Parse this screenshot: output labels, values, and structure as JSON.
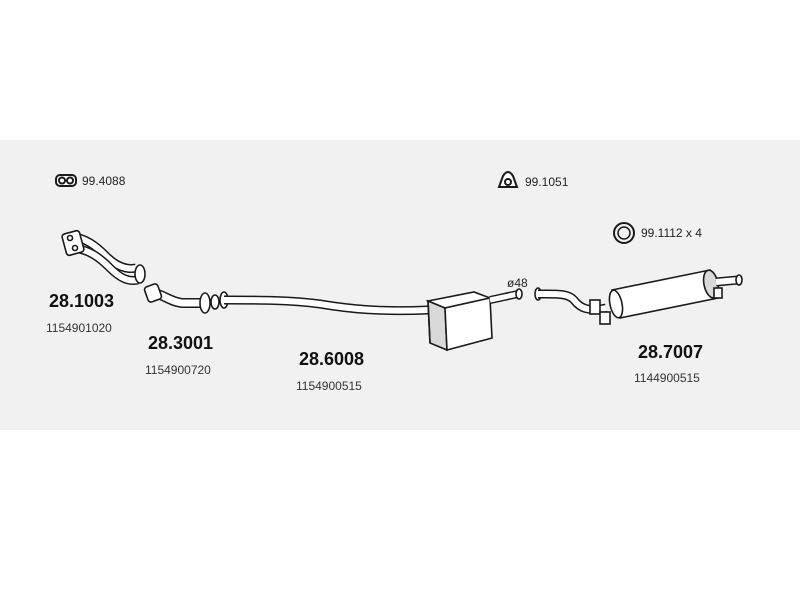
{
  "accessories": {
    "clamp_double": {
      "code": "99.4088",
      "icon": "double-ring-clamp-icon"
    },
    "hanger": {
      "code": "99.1051",
      "icon": "rubber-hanger-icon"
    },
    "ring": {
      "code": "99.1112 x 4",
      "icon": "rubber-ring-icon"
    }
  },
  "parts": [
    {
      "number": "28.1003",
      "oem": "1154901020"
    },
    {
      "number": "28.3001",
      "oem": "1154900720"
    },
    {
      "number": "28.6008",
      "oem": "1154900515"
    },
    {
      "number": "28.7007",
      "oem": "1144900515"
    }
  ],
  "dimension_label": "ø48",
  "colors": {
    "band": "#f1f1f1",
    "line": "#1a1a1a",
    "part_fill": "#ffffff",
    "part_shade": "#d9d9d9"
  }
}
